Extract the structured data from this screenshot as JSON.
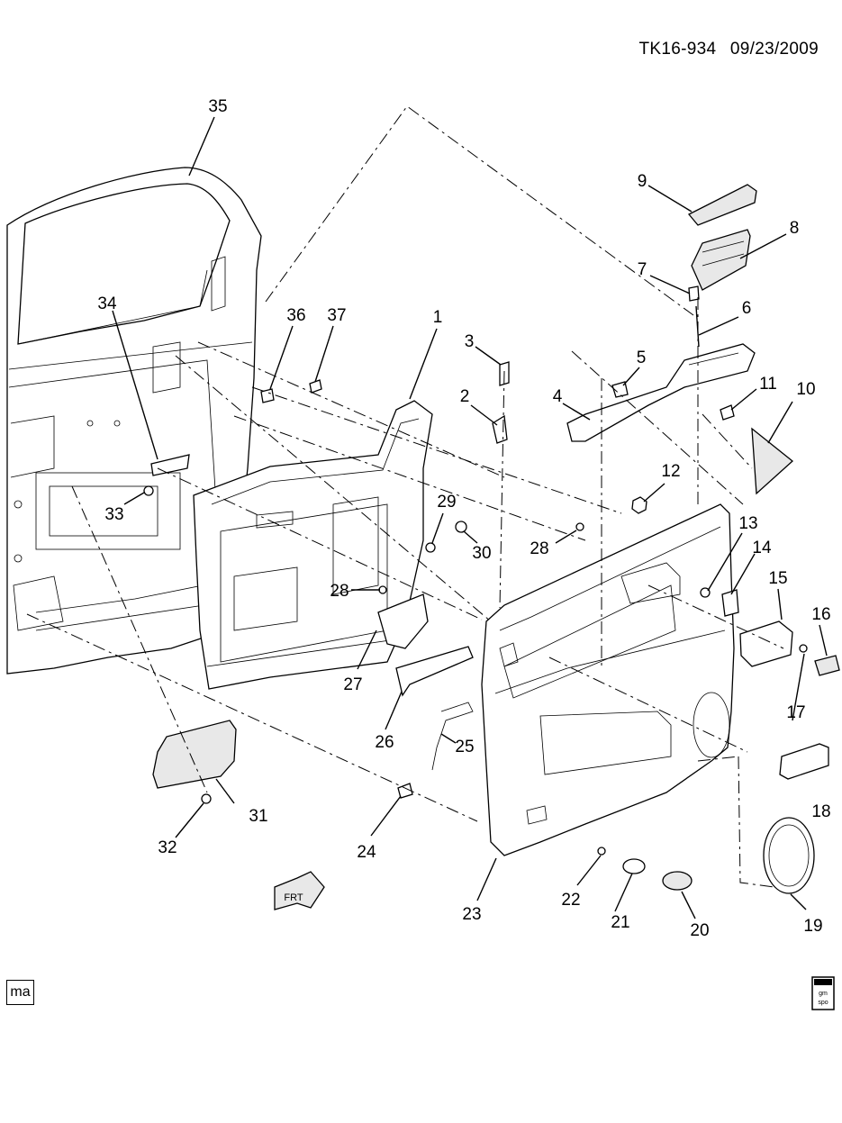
{
  "header": {
    "code": "TK16-934",
    "date": "09/23/2009"
  },
  "corner_label": "ma",
  "logo_text": {
    "line1": "gm",
    "line2": "spo"
  },
  "callouts": {
    "c1": "1",
    "c2": "2",
    "c3": "3",
    "c4": "4",
    "c5": "5",
    "c6": "6",
    "c7": "7",
    "c8": "8",
    "c9": "9",
    "c10": "10",
    "c11": "11",
    "c12": "12",
    "c13": "13",
    "c14": "14",
    "c15": "15",
    "c16": "16",
    "c17": "17",
    "c18": "18",
    "c19": "19",
    "c20": "20",
    "c21": "21",
    "c22": "22",
    "c23": "23",
    "c24": "24",
    "c25": "25",
    "c26": "26",
    "c27": "27",
    "c28a": "28",
    "c28b": "28",
    "c29": "29",
    "c30": "30",
    "c31": "31",
    "c32": "32",
    "c33": "33",
    "c34": "34",
    "c35": "35",
    "c36": "36",
    "c37": "37"
  },
  "frt_text": "FRT"
}
